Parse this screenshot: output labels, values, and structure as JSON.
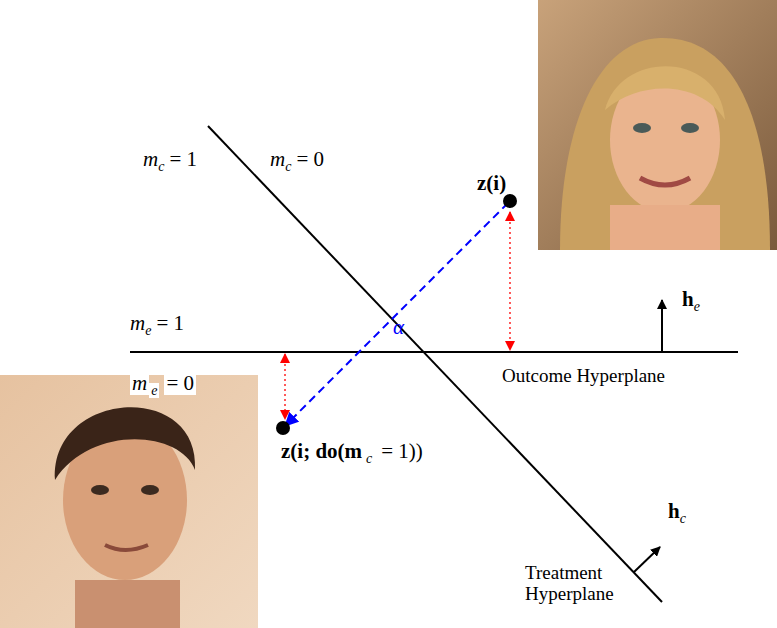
{
  "diagram": {
    "labels": [
      "m",
      "c",
      "= 1",
      "m",
      "c",
      "= 0",
      "z(i)",
      "m",
      "e",
      "= 1",
      "m",
      "e",
      "= 0",
      "α",
      "h",
      "e",
      "Outcome Hyperplane",
      "z(i; do(m",
      "c",
      "= 1))",
      "h",
      "c",
      "Treatment Hyperplane"
    ]
  }
}
